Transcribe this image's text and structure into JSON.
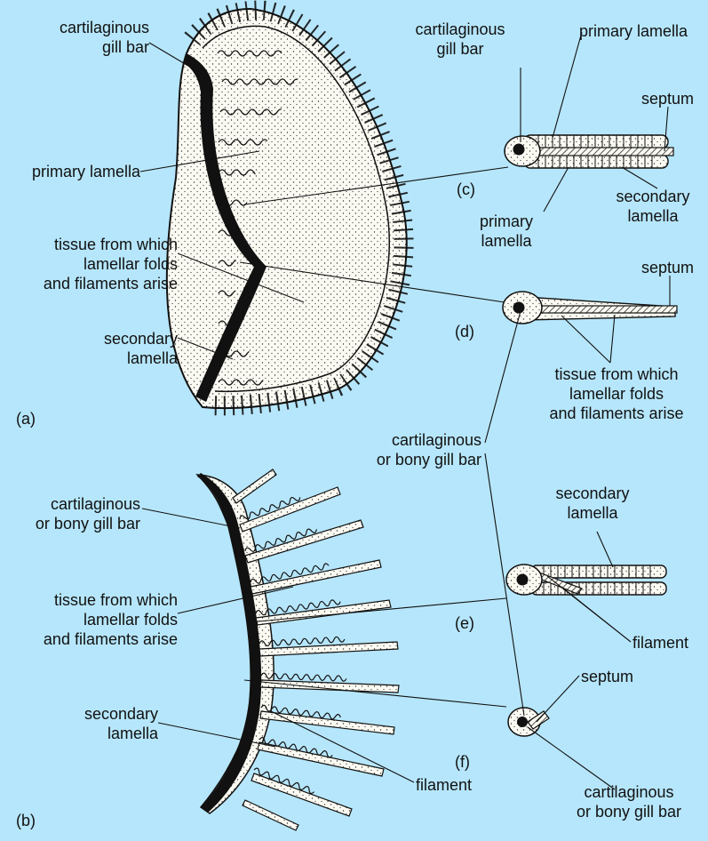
{
  "labels": {
    "a_gill_bar": "cartilaginous\ngill bar",
    "a_primary_lamella": "primary lamella",
    "a_tissue": "tissue from which\nlamellar folds\nand filaments arise",
    "a_secondary_lamella": "secondary\nlamella",
    "panel_a": "(a)",
    "b_gill_bar": "cartilaginous\nor bony gill bar",
    "b_tissue": "tissue from which\nlamellar folds\nand filaments arise",
    "b_secondary_lamella": "secondary\nlamella",
    "b_filament": "filament",
    "panel_b": "(b)",
    "c_gill_bar": "cartilaginous\ngill bar",
    "c_primary_lamella_top": "primary lamella",
    "c_septum": "septum",
    "c_secondary_lamella": "secondary\nlamella",
    "c_primary_lamella_bottom": "primary\nlamella",
    "panel_c": "(c)",
    "d_septum": "septum",
    "d_tissue": "tissue from which\nlamellar folds\nand filaments arise",
    "panel_d": "(d)",
    "mid_gill_bar": "cartilaginous\nor bony gill bar",
    "e_secondary_lamella": "secondary\nlamella",
    "e_filament": "filament",
    "panel_e": "(e)",
    "f_septum": "septum",
    "panel_f": "(f)",
    "f_gill_bar": "cartilaginous\nor bony gill bar"
  },
  "colors": {
    "background": "#b6e6fb",
    "tissue": "#fbfaf2",
    "ink": "#111111"
  }
}
